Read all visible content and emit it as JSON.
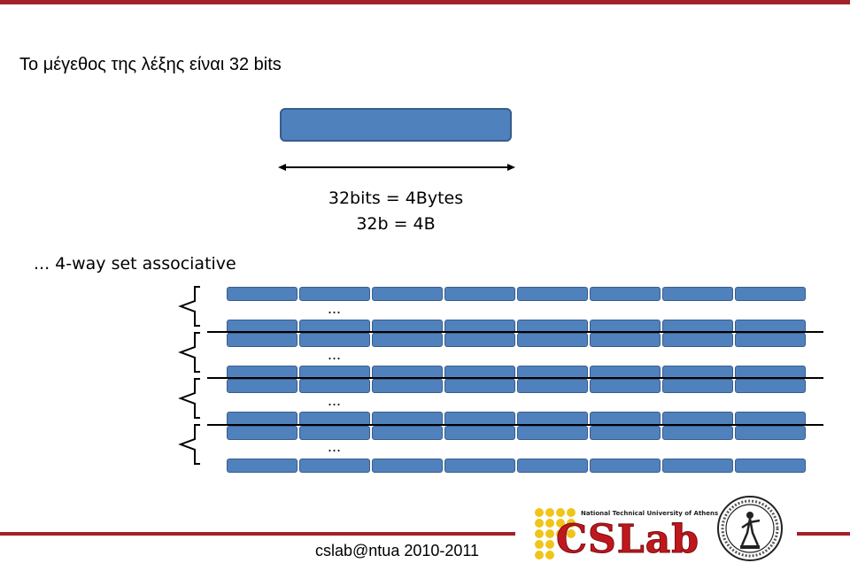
{
  "slide": {
    "title": "Το μέγεθος της λέξης είναι 32 bits",
    "word_size_line1": "32bits = 4Bytes",
    "word_size_line2": "32b = 4B",
    "associativity_label": "... 4-way set associative",
    "ellipsis": "...",
    "footer": "cslab@ntua 2010-2011",
    "logo_text": "CSLab",
    "logo_subtitle": "National Technical University of Athens"
  },
  "colors": {
    "accent_bar": "#a4202a",
    "block_fill": "#4f81bd",
    "block_border": "#385d8a"
  }
}
